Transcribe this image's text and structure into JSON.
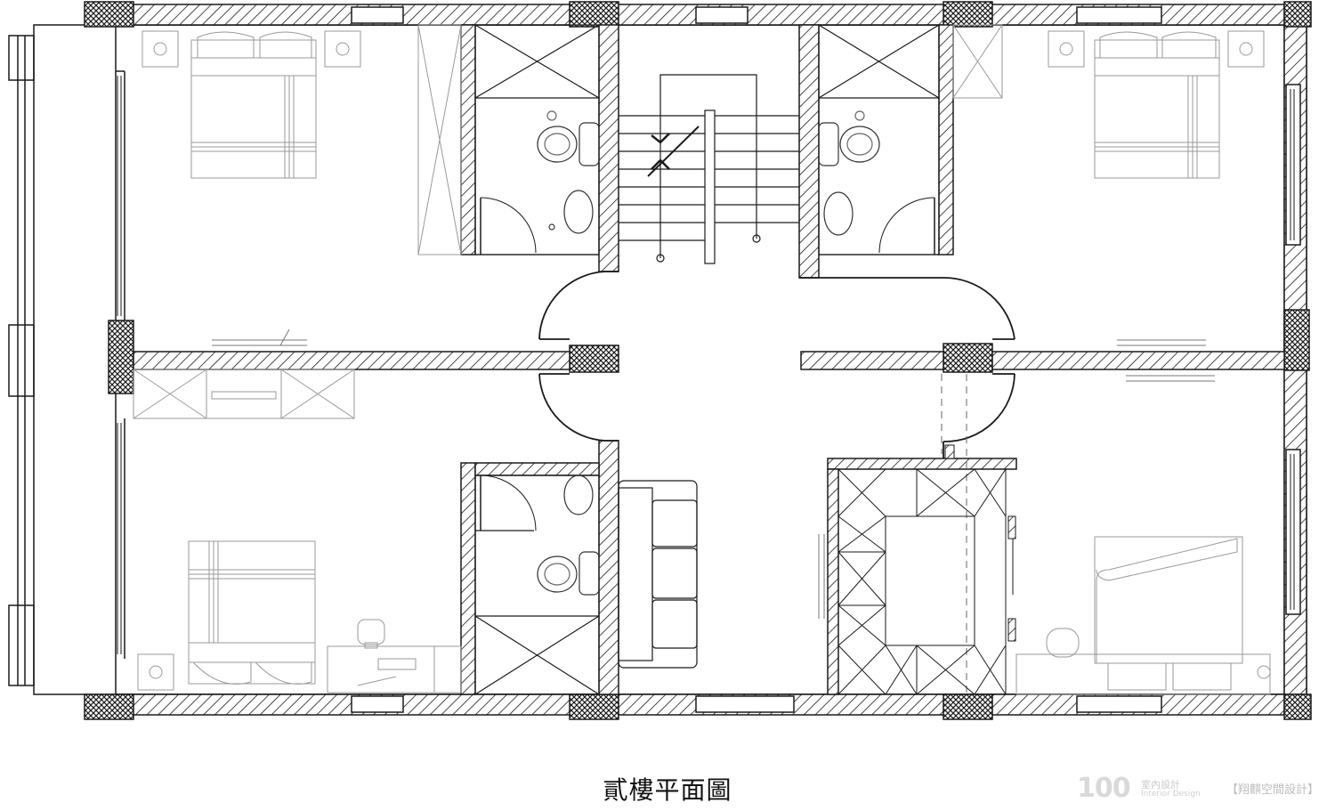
{
  "drawing": {
    "title": "貳樓平面圖"
  },
  "watermark": {
    "logo": "100",
    "cn": "室內設計",
    "en": "Interior Design",
    "firm": "【翔麒空間設計】"
  },
  "colors": {
    "line": "#1a1a1a",
    "furniture": "#9a9a9a",
    "hatch": "#1a1a1a"
  }
}
